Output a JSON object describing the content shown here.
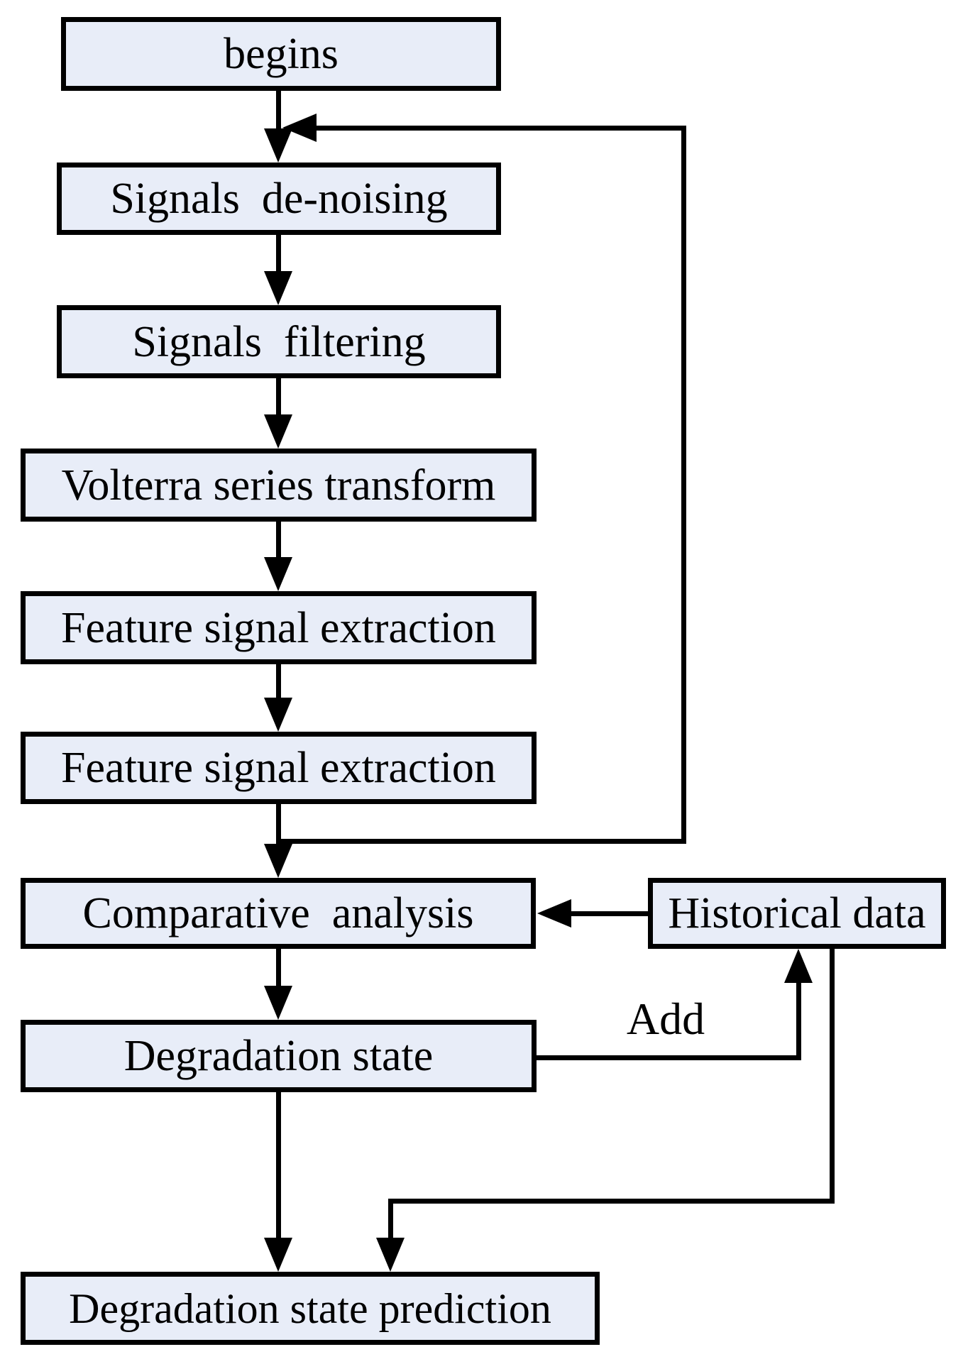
{
  "diagram": {
    "type": "flowchart",
    "nodes": [
      {
        "id": "begins",
        "label": "begins"
      },
      {
        "id": "signals-denoising",
        "label": "Signals  de-noising"
      },
      {
        "id": "signals-filtering",
        "label": "Signals  filtering"
      },
      {
        "id": "volterra",
        "label": "Volterra series transform"
      },
      {
        "id": "feature-extraction-1",
        "label": "Feature signal extraction"
      },
      {
        "id": "feature-extraction-2",
        "label": "Feature signal extraction"
      },
      {
        "id": "comparative-analysis",
        "label": "Comparative  analysis"
      },
      {
        "id": "degradation-state",
        "label": "Degradation state"
      },
      {
        "id": "historical-data",
        "label": "Historical data"
      },
      {
        "id": "degradation-state-prediction",
        "label": "Degradation state prediction"
      }
    ],
    "edge_labels": {
      "add": "Add"
    },
    "colors": {
      "node_fill": "#e8edf8",
      "line": "#000000",
      "background": "#ffffff"
    }
  }
}
